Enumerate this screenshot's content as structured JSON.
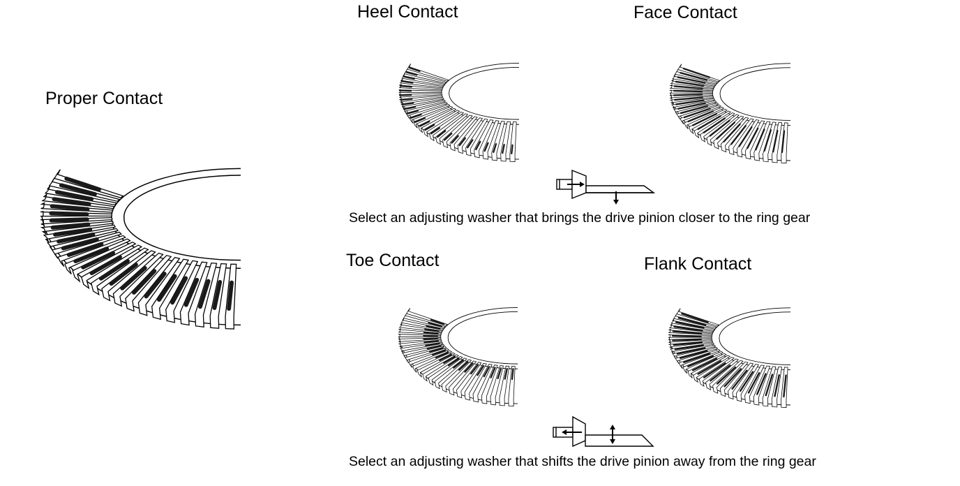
{
  "labels": {
    "proper": "Proper Contact",
    "heel": "Heel Contact",
    "face": "Face Contact",
    "toe": "Toe Contact",
    "flank": "Flank Contact"
  },
  "captions": {
    "closer": "Select an adjusting washer that brings the drive pinion closer to the ring gear",
    "away": "Select an adjusting washer that shifts the drive pinion away from the ring gear"
  },
  "colors": {
    "ink": "#000000",
    "paper": "#ffffff",
    "contact": "#1a1a1a"
  }
}
